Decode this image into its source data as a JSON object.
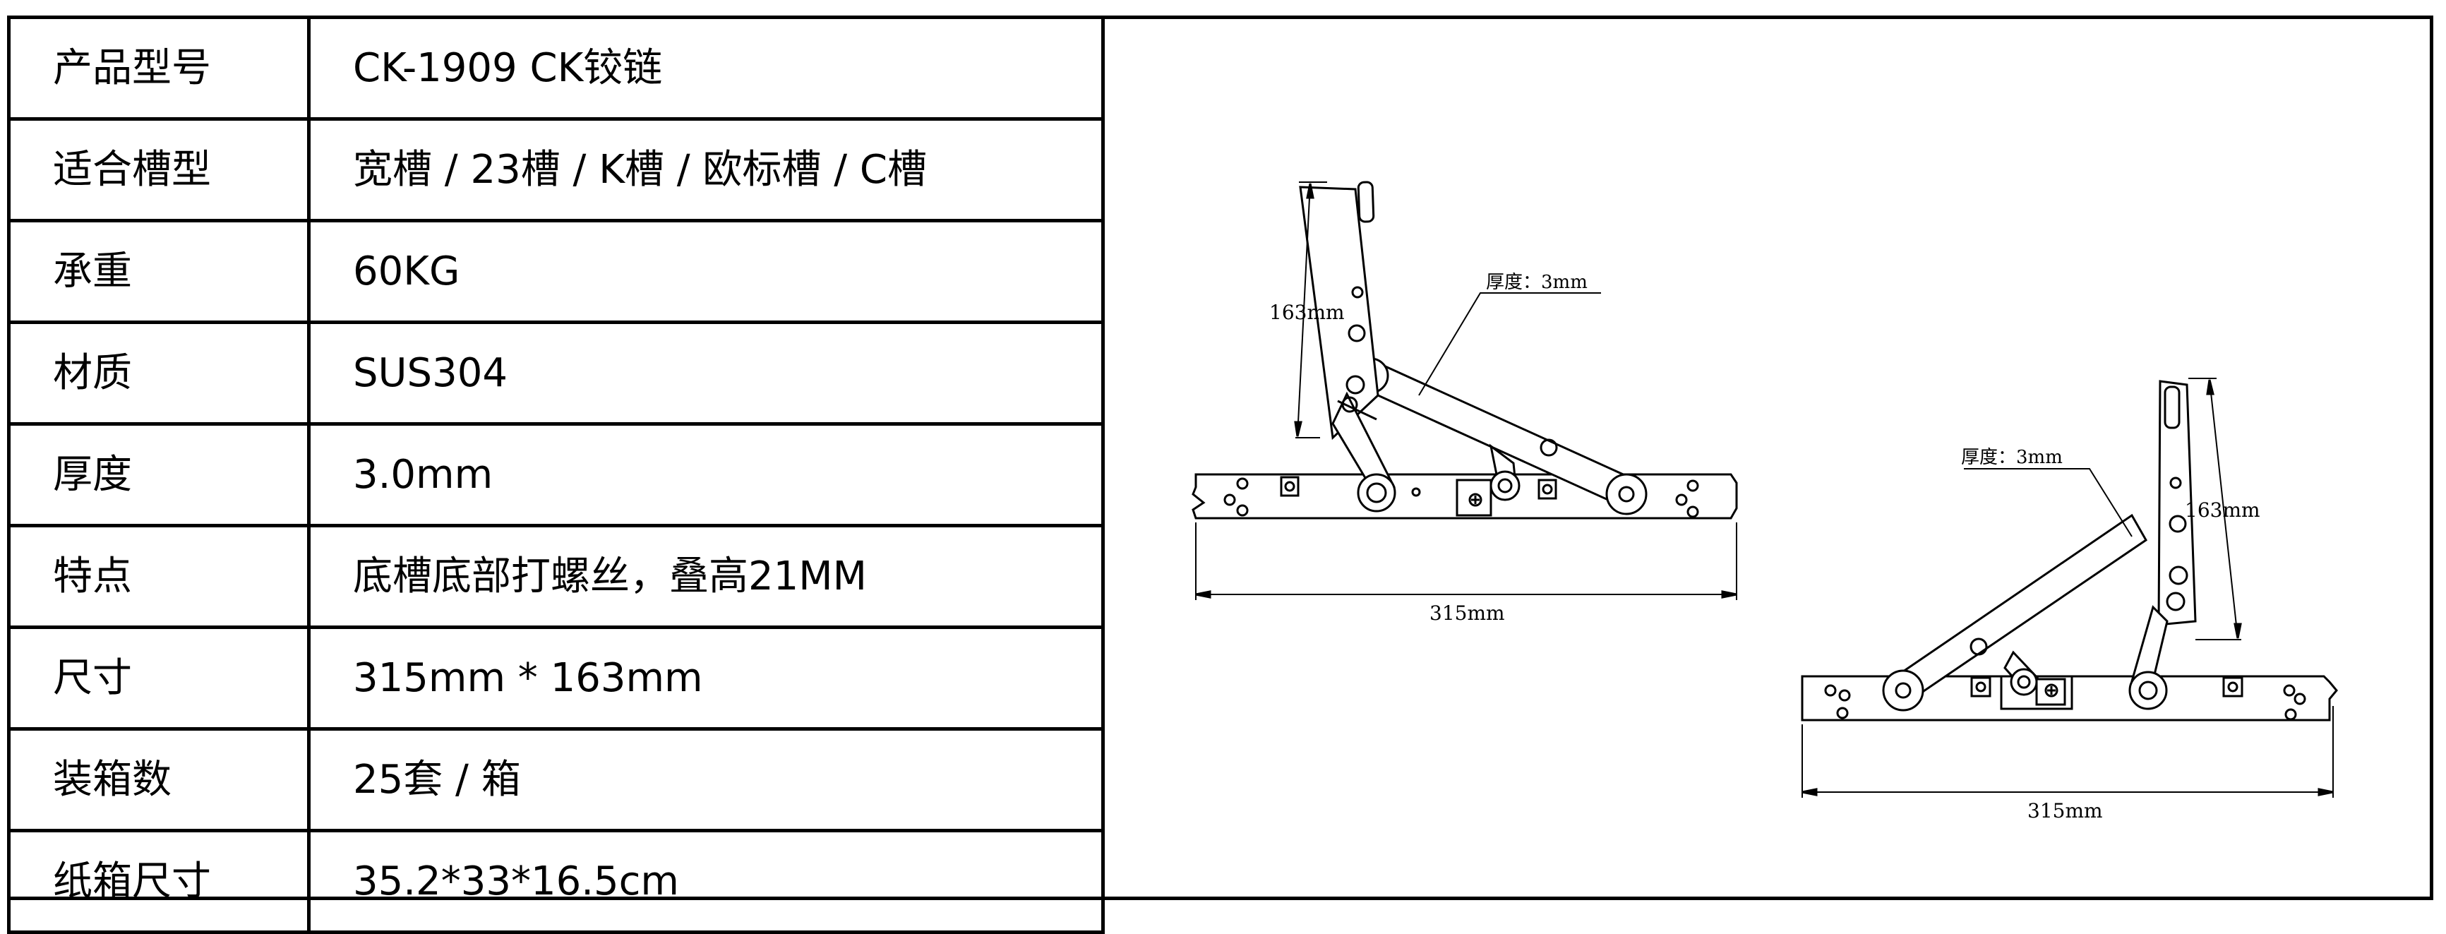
{
  "spec_rows": [
    {
      "label": "产品型号",
      "value": "CK-1909 CK铰链"
    },
    {
      "label": "适合槽型",
      "value": "宽槽 / 23槽 / K槽 / 欧标槽 / C槽"
    },
    {
      "label": "承重",
      "value": "60KG"
    },
    {
      "label": "材质",
      "value": "SUS304"
    },
    {
      "label": "厚度",
      "value": "3.0mm"
    },
    {
      "label": "特点",
      "value": "底槽底部打螺丝，叠高21MM"
    },
    {
      "label": "尺寸",
      "value": "315mm * 163mm"
    },
    {
      "label": "装箱数",
      "value": "25套 / 箱"
    },
    {
      "label": "纸箱尺寸",
      "value": "35.2*33*16.5cm"
    }
  ],
  "drawing": {
    "left": {
      "thickness_label": "厚度：3mm",
      "height_dim": "163mm",
      "width_dim": "315mm"
    },
    "right": {
      "thickness_label": "厚度：3mm",
      "height_dim": "163mm",
      "width_dim": "315mm"
    }
  }
}
